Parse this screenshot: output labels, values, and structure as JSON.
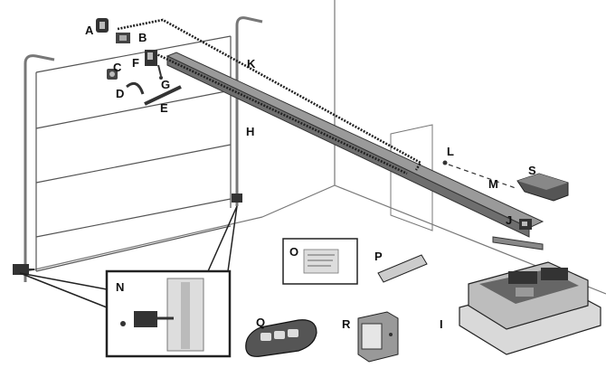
{
  "labels": {
    "A": "A",
    "B": "B",
    "C": "C",
    "D": "D",
    "E": "E",
    "F": "F",
    "G": "G",
    "H": "H",
    "I": "I",
    "J": "J",
    "K": "K",
    "L": "L",
    "M": "M",
    "N": "N",
    "O": "O",
    "P": "P",
    "Q": "Q",
    "R": "R",
    "S": "S"
  },
  "colors": {
    "line": "#222222",
    "rail": "#9a9a9a",
    "rail_dark": "#6e6e6e",
    "part_gray": "#c8c8c8"
  }
}
